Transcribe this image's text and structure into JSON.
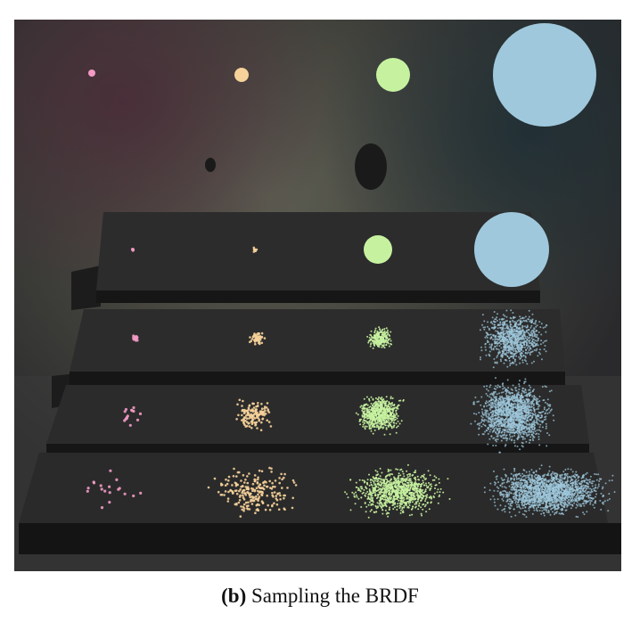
{
  "figure": {
    "caption_label": "(b)",
    "caption_text": "Sampling the BRDF",
    "light_colors": [
      "#f29ac4",
      "#f6d29a",
      "#c6f2a0",
      "#9fc8dc"
    ],
    "light_names": [
      "pink-light",
      "peach-light",
      "green-light",
      "blue-light"
    ],
    "plate_names": [
      "plate-1-smoothest",
      "plate-2",
      "plate-3",
      "plate-4-roughest"
    ]
  }
}
